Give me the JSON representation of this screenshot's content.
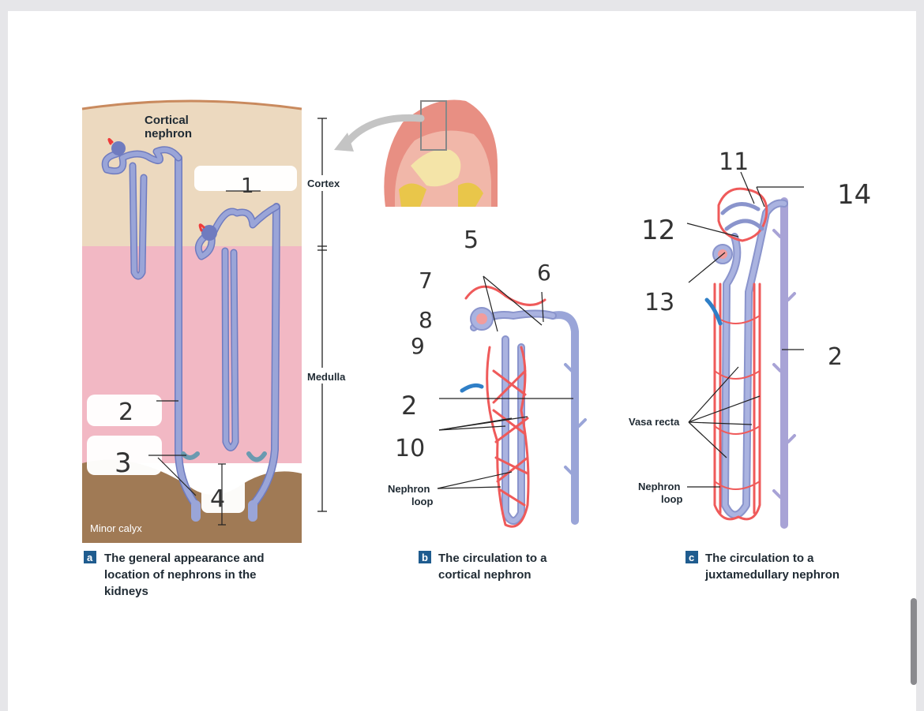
{
  "labels": {
    "cortical_nephron": [
      "Cortical",
      "nephron"
    ],
    "cortex": "Cortex",
    "medulla": "Medulla",
    "minor_calyx": "Minor calyx",
    "vasa_recta": "Vasa recta",
    "nephron_loop_b": [
      "Nephron",
      "loop"
    ],
    "nephron_loop_c": [
      "Nephron",
      "loop"
    ]
  },
  "captions": {
    "a": {
      "letter": "a",
      "lines": [
        "The general appearance and",
        "location of nephrons in the",
        "kidneys"
      ]
    },
    "b": {
      "letter": "b",
      "lines": [
        "The circulation to a",
        "cortical nephron"
      ]
    },
    "c": {
      "letter": "c",
      "lines": [
        "The circulation to a",
        "juxtamedullary nephron"
      ]
    }
  },
  "handwritten_numbers": {
    "n1": "1",
    "n2a": "2",
    "n3": "3",
    "n4": "4",
    "n5": "5",
    "n6": "6",
    "n7": "7",
    "n8": "8",
    "n9": "9",
    "n2b": "2",
    "n10": "10",
    "n11": "11",
    "n12": "12",
    "n13": "13",
    "n14": "14",
    "n2c": "2"
  },
  "colors": {
    "cortex": "#ecd9bf",
    "medulla": "#f2b8c4",
    "calyx": "#a07a55",
    "tubule": "#9aa5d8",
    "tubule_dark": "#6f7bbf",
    "capillary": "#ef5a5a",
    "caption_badge": "#1f5c8f"
  }
}
